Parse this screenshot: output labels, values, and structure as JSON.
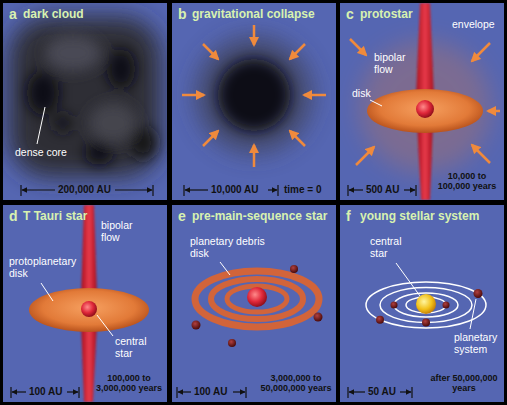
{
  "diagram": {
    "nodes": [
      {
        "text": [
          "a",
          "dark cloud",
          "dense core",
          "200,000 AU"
        ]
      },
      {
        "text": [
          "b",
          "gravitational collapse",
          "10,000 AU",
          "time = 0"
        ]
      },
      {
        "text": [
          "c",
          "protostar",
          "envelope",
          "bipolar flow",
          "disk",
          "500 AU",
          "10,000 to 100,000 years"
        ]
      },
      {
        "text": [
          "d",
          "T Tauri star",
          "bipolar flow",
          "protoplanetary disk",
          "central star",
          "100 AU",
          "100,000 to 3,000,000 years"
        ]
      },
      {
        "text": [
          "e",
          "pre-main-sequence star",
          "planetary debris disk",
          "100 AU",
          "3,000,000 to 50,000,000 years"
        ]
      },
      {
        "text": [
          "f",
          "young stellar system",
          "central star",
          "planetary system",
          "50 AU",
          "after 50,000,000 years"
        ]
      }
    ]
  }
}
